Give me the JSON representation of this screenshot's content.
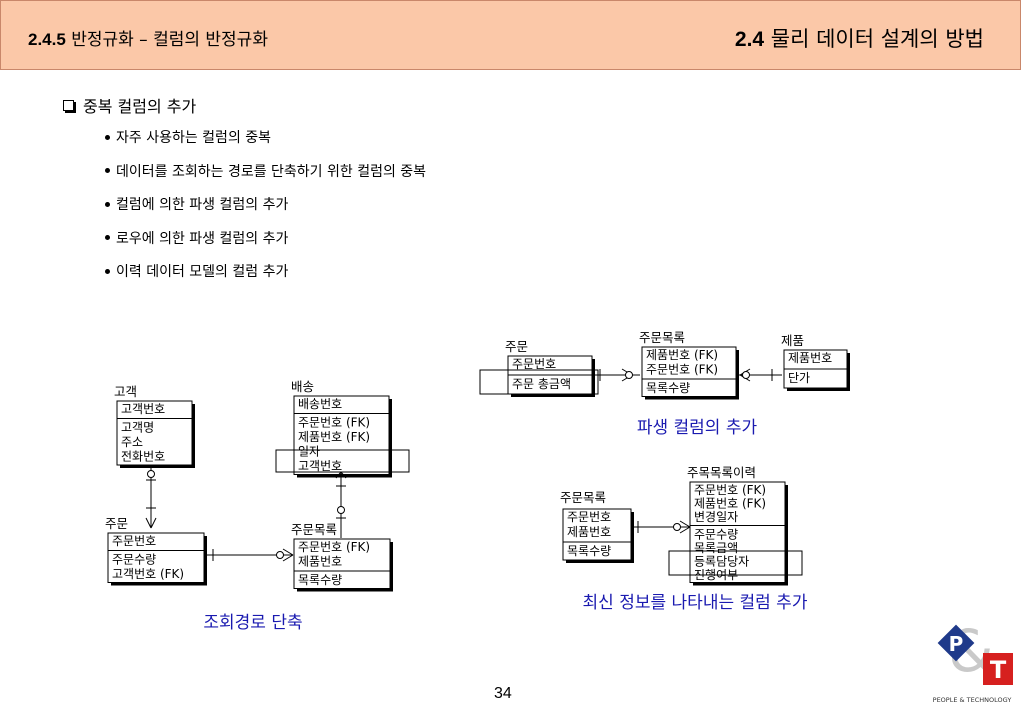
{
  "header": {
    "section_num": "2.4.5",
    "section_title": " 반정규화 – 컬럼의 반정규화",
    "chapter_num": "2.4",
    "chapter_title": " 물리 데이터 설계의 방법"
  },
  "main_bullet": "중복 컬럼의 추가",
  "sub_bullets": [
    "자주 사용하는 컬럼의 중복",
    "데이터를 조회하는 경로를 단축하기 위한 컬럼의 중복",
    "컬럼에 의한 파생 컬럼의 추가",
    "로우에 의한 파생 컬럼의 추가",
    "이력 데이터 모델의 컬럼 추가"
  ],
  "diagram1": {
    "caption": "조회경로 단축",
    "entities": {
      "customer": {
        "name": "고객",
        "key": [
          "고객번호"
        ],
        "attrs": [
          "고객명",
          "주소",
          "전화번호"
        ]
      },
      "delivery": {
        "name": "배송",
        "key": [
          "배송번호"
        ],
        "attrs": [
          "주문번호 (FK)",
          "제품번호 (FK)",
          "일자",
          "고객번호"
        ]
      },
      "order": {
        "name": "주문",
        "key": [
          "주문번호"
        ],
        "attrs": [
          "주문수량",
          "고객번호 (FK)"
        ]
      },
      "order_list": {
        "name": "주문목록",
        "key": [
          "주문번호 (FK)",
          "제품번호"
        ],
        "attrs": [
          "목록수량"
        ]
      }
    }
  },
  "diagram2": {
    "caption": "파생 컬럼의 추가",
    "entities": {
      "order": {
        "name": "주문",
        "key": [
          "주문번호"
        ],
        "attrs": [
          "주문 총금액"
        ]
      },
      "order_list": {
        "name": "주문목록",
        "key": [
          "제품번호 (FK)",
          "주문번호 (FK)"
        ],
        "attrs": [
          "목록수량"
        ]
      },
      "product": {
        "name": "제품",
        "key": [
          "제품번호"
        ],
        "attrs": [
          "단가"
        ]
      }
    }
  },
  "diagram3": {
    "caption": "최신 정보를 나타내는 컬럼 추가",
    "entities": {
      "order_list": {
        "name": "주문목록",
        "key": [
          "주문번호",
          "제품번호"
        ],
        "attrs": [
          "목록수량"
        ]
      },
      "history": {
        "name": "주목목록이력",
        "key": [
          "주문번호 (FK)",
          "제품번호 (FK)",
          "변경일자"
        ],
        "attrs": [
          "주문수량",
          "목록금액",
          "등록담당자",
          "진행여부"
        ]
      }
    }
  },
  "page_number": "34",
  "logo": {
    "letter1": "P",
    "amp": "&",
    "letter2": "T",
    "text": "PEOPLE & TECHNOLOGY"
  },
  "colors": {
    "header_bg": "#fbc8a8",
    "caption": "#1a1ab0",
    "logo_blue": "#1f3a8a",
    "logo_red": "#d6201f"
  }
}
